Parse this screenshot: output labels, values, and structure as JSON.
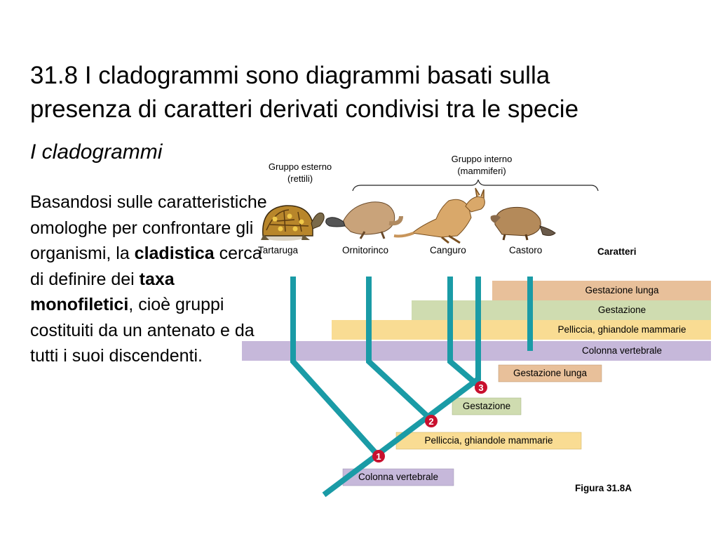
{
  "slide": {
    "title_line1": "31.8 I cladogrammi sono diagrammi basati sulla",
    "title_line2": "presenza di caratteri derivati condivisi tra le specie",
    "subtitle": "I cladogrammi",
    "body": {
      "p1": "Basandosi sulle caratteristiche omologhe per confrontare gli organismi, la ",
      "b1": "cladistica",
      "p2": " cerca di definire dei ",
      "b2": "taxa monofiletici",
      "p3": ", cioè gruppi costituiti da un antenato e da tutti i suoi discendenti."
    }
  },
  "diagram": {
    "outgroup_line1": "Gruppo esterno",
    "outgroup_line2": "(rettili)",
    "ingroup_line1": "Gruppo interno",
    "ingroup_line2": "(mammiferi)",
    "species": [
      "Tartaruga",
      "Ornitorinco",
      "Canguro",
      "Castoro"
    ],
    "characters_title": "Caratteri",
    "bands": [
      {
        "label": "Gestazione lunga",
        "color": "#e8c09a"
      },
      {
        "label": "Gestazione",
        "color": "#cfdcb0"
      },
      {
        "label": "Pelliccia, ghiandole mammarie",
        "color": "#f9dc93"
      },
      {
        "label": "Colonna vertebrale",
        "color": "#c6b8da"
      }
    ],
    "nodes": [
      {
        "number": "1",
        "label": "Colonna vertebrale",
        "color": "#c6b8da"
      },
      {
        "number": "2",
        "label": "Pelliccia, ghiandole mammarie",
        "color": "#f9dc93"
      },
      {
        "number": "3",
        "label": "Gestazione",
        "color": "#cfdcb0"
      }
    ],
    "extra_label": {
      "label": "Gestazione lunga",
      "color": "#e8c09a"
    },
    "figure_caption": "Figura 31.8A",
    "colors": {
      "branch": "#1a9ba6",
      "node": "#c8102e"
    }
  }
}
